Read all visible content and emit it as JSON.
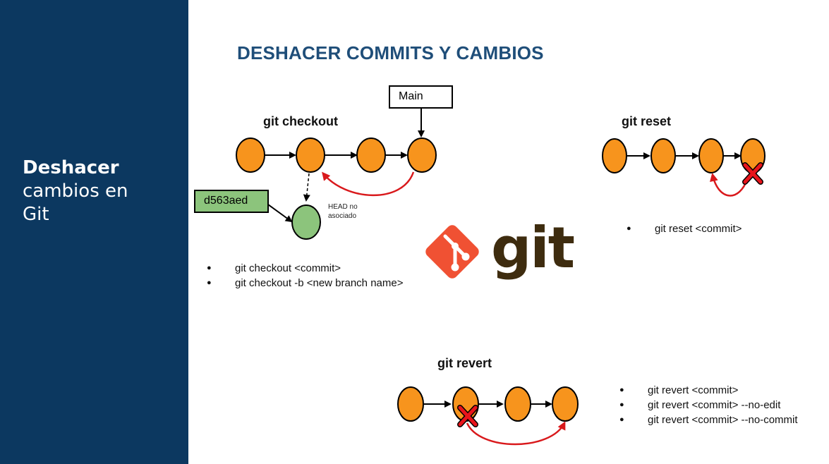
{
  "sidebar": {
    "title_bold": "Deshacer",
    "title_line2": "cambios en",
    "title_line3": "Git"
  },
  "slide": {
    "title": "DESHACER COMMITS Y CAMBIOS"
  },
  "checkout": {
    "label": "git checkout",
    "branch_label": "Main",
    "hash_label": "d563aed",
    "head_note_1": "HEAD no",
    "head_note_2": "asociado",
    "bullets": [
      "git checkout <commit>",
      "git checkout -b <new branch name>"
    ]
  },
  "reset": {
    "label": "git reset",
    "bullets": [
      "git reset <commit>"
    ]
  },
  "revert": {
    "label": "git revert",
    "bullets": [
      "git revert <commit>",
      "git revert <commit> --no-edit",
      "git revert <commit> --no-commit"
    ]
  },
  "logo": {
    "word": "git",
    "icon": "git-logo-icon",
    "accent_color": "#f05133",
    "word_color": "#3e2c0f"
  },
  "colors": {
    "sidebar": "#0c3860",
    "title": "#1f4e79",
    "commit": "#f7941d",
    "detached_commit": "#8cc47c",
    "hash_box": "#8cc47c",
    "arrow_red": "#d9191c"
  }
}
